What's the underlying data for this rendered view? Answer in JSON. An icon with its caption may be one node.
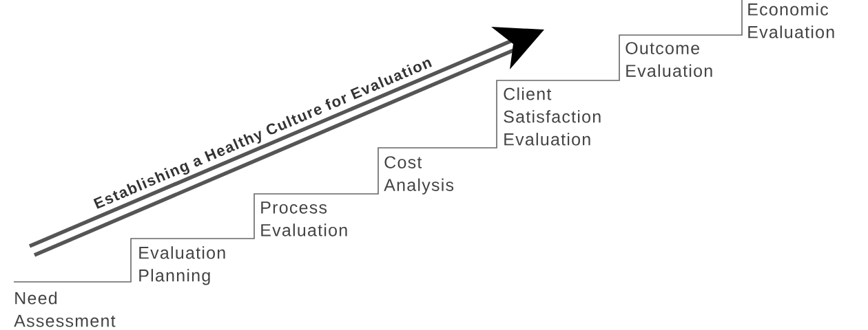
{
  "diagram": {
    "labels": [
      "Need Assessment",
      "Evaluation Planning",
      "Process Evaluation",
      "Cost Analysis",
      "Client Satisfaction Evaluation",
      "Outcome Evaluation",
      "Economic Evaluation",
      "Establishing a Healthy Culture for Evaluation"
    ]
  }
}
